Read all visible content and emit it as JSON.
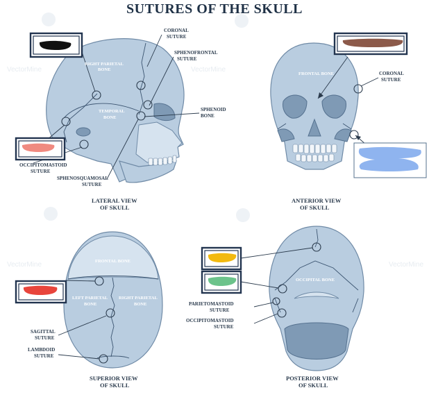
{
  "title": "SUTURES OF THE SKULL",
  "watermark": "VectorMine",
  "lateral": {
    "view_line1": "LATERAL VIEW",
    "view_line2": "OF SKULL",
    "coronal_1": "CORONAL",
    "coronal_2": "SUTURE",
    "sphenofrontal_1": "SPHENOFRONTAL",
    "sphenofrontal_2": "SUTURE",
    "right_parietal_1": "RIGHT PARIETAL",
    "right_parietal_2": "BONE",
    "temporal_1": "TEMPORAL",
    "temporal_2": "BONE",
    "sphenoid_1": "SPHENOID",
    "sphenoid_2": "BONE",
    "occipitomastoid_1": "OCCIPITOMASTOID",
    "occipitomastoid_2": "SUTURE",
    "sphenosquamosal_1": "SPHENOSQUAMOSAL",
    "sphenosquamosal_2": "SUTURE"
  },
  "anterior": {
    "view_line1": "ANTERIOR VIEW",
    "view_line2": "OF SKULL",
    "frontal_bone": "FRONTAL BONE",
    "coronal_1": "CORONAL",
    "coronal_2": "SUTURE"
  },
  "superior": {
    "view_line1": "SUPERIOR VIEW",
    "view_line2": "OF SKULL",
    "frontal_bone": "FRONTAL BONE",
    "left_parietal_1": "LEFT PARIETAL",
    "left_parietal_2": "BONE",
    "right_parietal_1": "RIGHT PARIETAL",
    "right_parietal_2": "BONE",
    "sagittal_1": "SAGITTAL",
    "sagittal_2": "SUTURE",
    "lambdoid_1": "LAMBDOID",
    "lambdoid_2": "SUTURE"
  },
  "posterior": {
    "view_line1": "POSTERIOR VIEW",
    "view_line2": "OF SKULL",
    "occipital_bone": "OCCIPITAL BONE",
    "parietomastoid_1": "PARIETOMASTOID",
    "parietomastoid_2": "SUTURE",
    "occipitomastoid_1": "OCCIPITOMASTOID",
    "occipitomastoid_2": "SUTURE"
  },
  "label_boxes": {
    "lateral_top": "#111111",
    "lateral_left": "#f08a80",
    "anterior_top": "#8c5a4a",
    "anterior_right": "#8fb4ef",
    "superior_left": "#e8453c",
    "posterior_top": "#f2b90f",
    "posterior_bottom": "#6cc38b"
  }
}
